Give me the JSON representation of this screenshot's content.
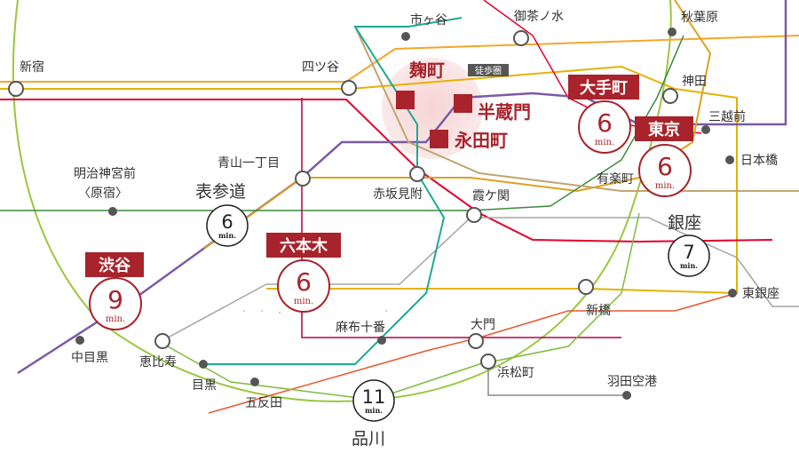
{
  "walk_zone": {
    "label": "徒歩圏"
  },
  "hubs": [
    {
      "id": "kojimachi",
      "label": "麹町"
    },
    {
      "id": "hanzomon",
      "label": "半蔵門"
    },
    {
      "id": "nagatacho",
      "label": "永田町"
    }
  ],
  "stations": [
    {
      "id": "ichigaya",
      "label": "市ヶ谷"
    },
    {
      "id": "ochanomizu",
      "label": "御茶ノ水"
    },
    {
      "id": "akihabara",
      "label": "秋葉原"
    },
    {
      "id": "shinjuku",
      "label": "新宿"
    },
    {
      "id": "yotsuya",
      "label": "四ツ谷"
    },
    {
      "id": "kanda",
      "label": "神田"
    },
    {
      "id": "mitsukoshimae",
      "label": "三越前"
    },
    {
      "id": "nihonbashi",
      "label": "日本橋"
    },
    {
      "id": "yurakucho",
      "label": "有楽町"
    },
    {
      "id": "aoyama",
      "label": "青山一丁目"
    },
    {
      "id": "akasakamitsuke",
      "label": "赤坂見附"
    },
    {
      "id": "kasumigaseki",
      "label": "霞ケ関"
    },
    {
      "id": "meiji1",
      "label": "明治神宮前"
    },
    {
      "id": "meiji2",
      "label": "〈原宿〉"
    },
    {
      "id": "omotesando",
      "label": "表参道"
    },
    {
      "id": "ginza",
      "label": "銀座"
    },
    {
      "id": "higashiginza",
      "label": "東銀座"
    },
    {
      "id": "shinbashi",
      "label": "新橋"
    },
    {
      "id": "azabujuban",
      "label": "麻布十番"
    },
    {
      "id": "daimon",
      "label": "大門"
    },
    {
      "id": "hamamatsucho",
      "label": "浜松町"
    },
    {
      "id": "haneda",
      "label": "羽田空港"
    },
    {
      "id": "nakameguro",
      "label": "中目黒"
    },
    {
      "id": "ebisu",
      "label": "恵比寿"
    },
    {
      "id": "meguro",
      "label": "目黒"
    },
    {
      "id": "gotanda",
      "label": "五反田"
    },
    {
      "id": "shinagawa",
      "label": "品川"
    }
  ],
  "destinations": [
    {
      "id": "otemachi",
      "label": "大手町",
      "minutes": "6",
      "unit": "min."
    },
    {
      "id": "tokyo",
      "label": "東京",
      "minutes": "6",
      "unit": "min."
    },
    {
      "id": "roppongi",
      "label": "六本木",
      "minutes": "6",
      "unit": "min."
    },
    {
      "id": "shibuya",
      "label": "渋谷",
      "minutes": "9",
      "unit": "min."
    }
  ],
  "times": [
    {
      "id": "omotesando",
      "minutes": "6",
      "unit": "min."
    },
    {
      "id": "ginza",
      "minutes": "7",
      "unit": "min."
    },
    {
      "id": "shinagawa",
      "minutes": "11",
      "unit": "min."
    }
  ],
  "colors": {
    "accent": "#a8232b",
    "yamanote": "#9bc73f",
    "chuo": "#f4a72a",
    "hanzomon_line": "#7b5aa6",
    "marunouchi": "#e4002b",
    "tozai": "#00a3d9",
    "chiyoda": "#3a8a3c",
    "ginza_line": "#d9a21f",
    "hibiya": "#a5a5a5",
    "yurakucho_line": "#c1a470",
    "namboku": "#1ba995",
    "asakusa": "#e85830",
    "mita": "#0079c2",
    "shinjuku_line": "#6cbb5a",
    "oedo": "#b6004b",
    "toei_chuo": "#f5c600"
  }
}
